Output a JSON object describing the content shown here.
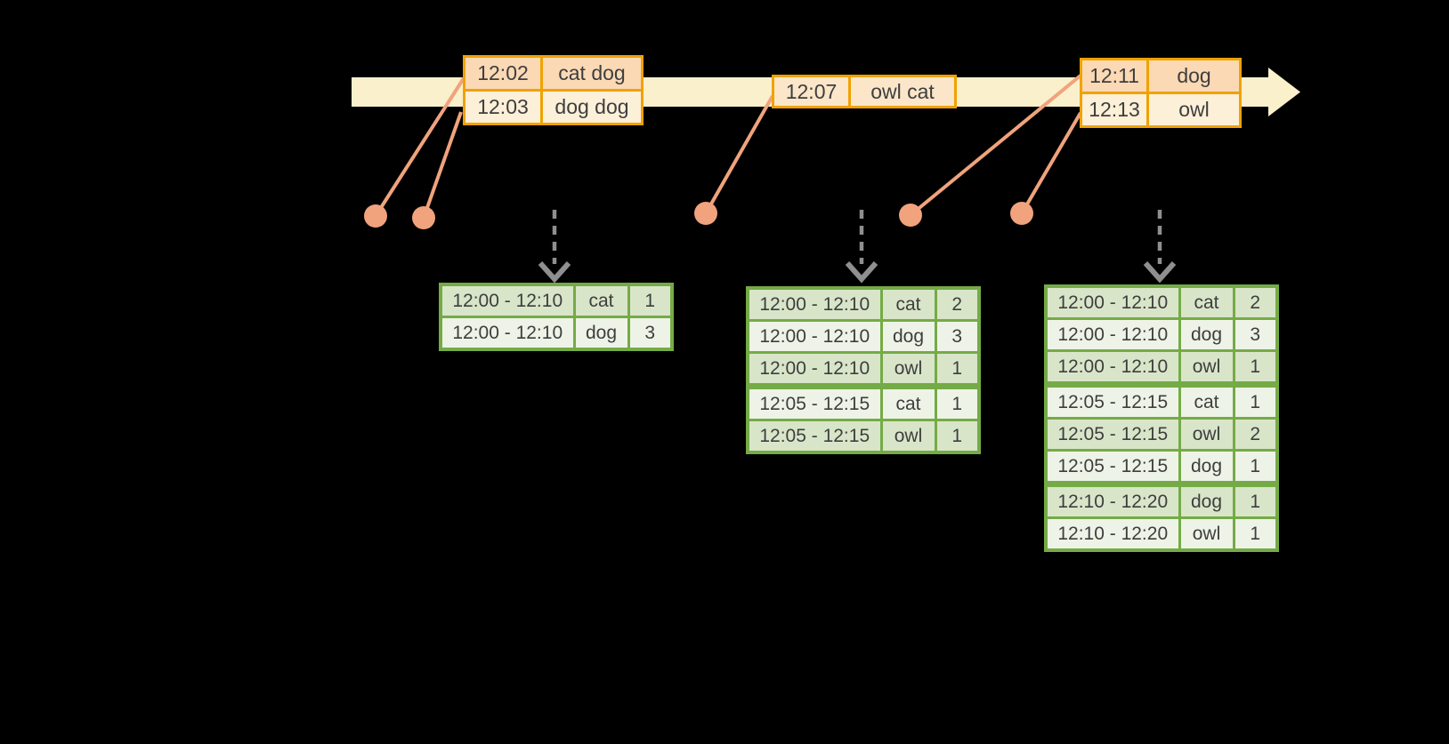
{
  "background": "#000000",
  "colors": {
    "timeline_fill": "#faf0cb",
    "event_table_border": "#f0a202",
    "event_row_peach": "#fbd9b5",
    "event_row_cream": "#fdf0d8",
    "event_row_single": "#fbe6c9",
    "connector_salmon": "#f0a37c",
    "trigger_arrow_gray": "#8f8f8f",
    "result_table_border": "#74ab46",
    "result_row_dark": "#d9e5c9",
    "result_row_light": "#eef3e7",
    "text": "#3e3e3e"
  },
  "event_tables": [
    {
      "rows": [
        {
          "time": "12:02",
          "words": "cat dog"
        },
        {
          "time": "12:03",
          "words": "dog dog"
        }
      ]
    },
    {
      "rows": [
        {
          "time": "12:07",
          "words": "owl cat"
        }
      ]
    },
    {
      "rows": [
        {
          "time": "12:11",
          "words": "dog"
        },
        {
          "time": "12:13",
          "words": "owl"
        }
      ]
    }
  ],
  "result_tables": [
    {
      "rows": [
        {
          "window": "12:00 - 12:10",
          "word": "cat",
          "count": "1"
        },
        {
          "window": "12:00 - 12:10",
          "word": "dog",
          "count": "3"
        }
      ]
    },
    {
      "rows": [
        {
          "window": "12:00 - 12:10",
          "word": "cat",
          "count": "2"
        },
        {
          "window": "12:00 - 12:10",
          "word": "dog",
          "count": "3"
        },
        {
          "window": "12:00 - 12:10",
          "word": "owl",
          "count": "1"
        },
        {
          "window": "12:05 - 12:15",
          "word": "cat",
          "count": "1"
        },
        {
          "window": "12:05 - 12:15",
          "word": "owl",
          "count": "1"
        }
      ]
    },
    {
      "rows": [
        {
          "window": "12:00 - 12:10",
          "word": "cat",
          "count": "2"
        },
        {
          "window": "12:00 - 12:10",
          "word": "dog",
          "count": "3"
        },
        {
          "window": "12:00 - 12:10",
          "word": "owl",
          "count": "1"
        },
        {
          "window": "12:05 - 12:15",
          "word": "cat",
          "count": "1"
        },
        {
          "window": "12:05 - 12:15",
          "word": "owl",
          "count": "2"
        },
        {
          "window": "12:05 - 12:15",
          "word": "dog",
          "count": "1"
        },
        {
          "window": "12:10 - 12:20",
          "word": "dog",
          "count": "1"
        },
        {
          "window": "12:10 - 12:20",
          "word": "owl",
          "count": "1"
        }
      ]
    }
  ]
}
